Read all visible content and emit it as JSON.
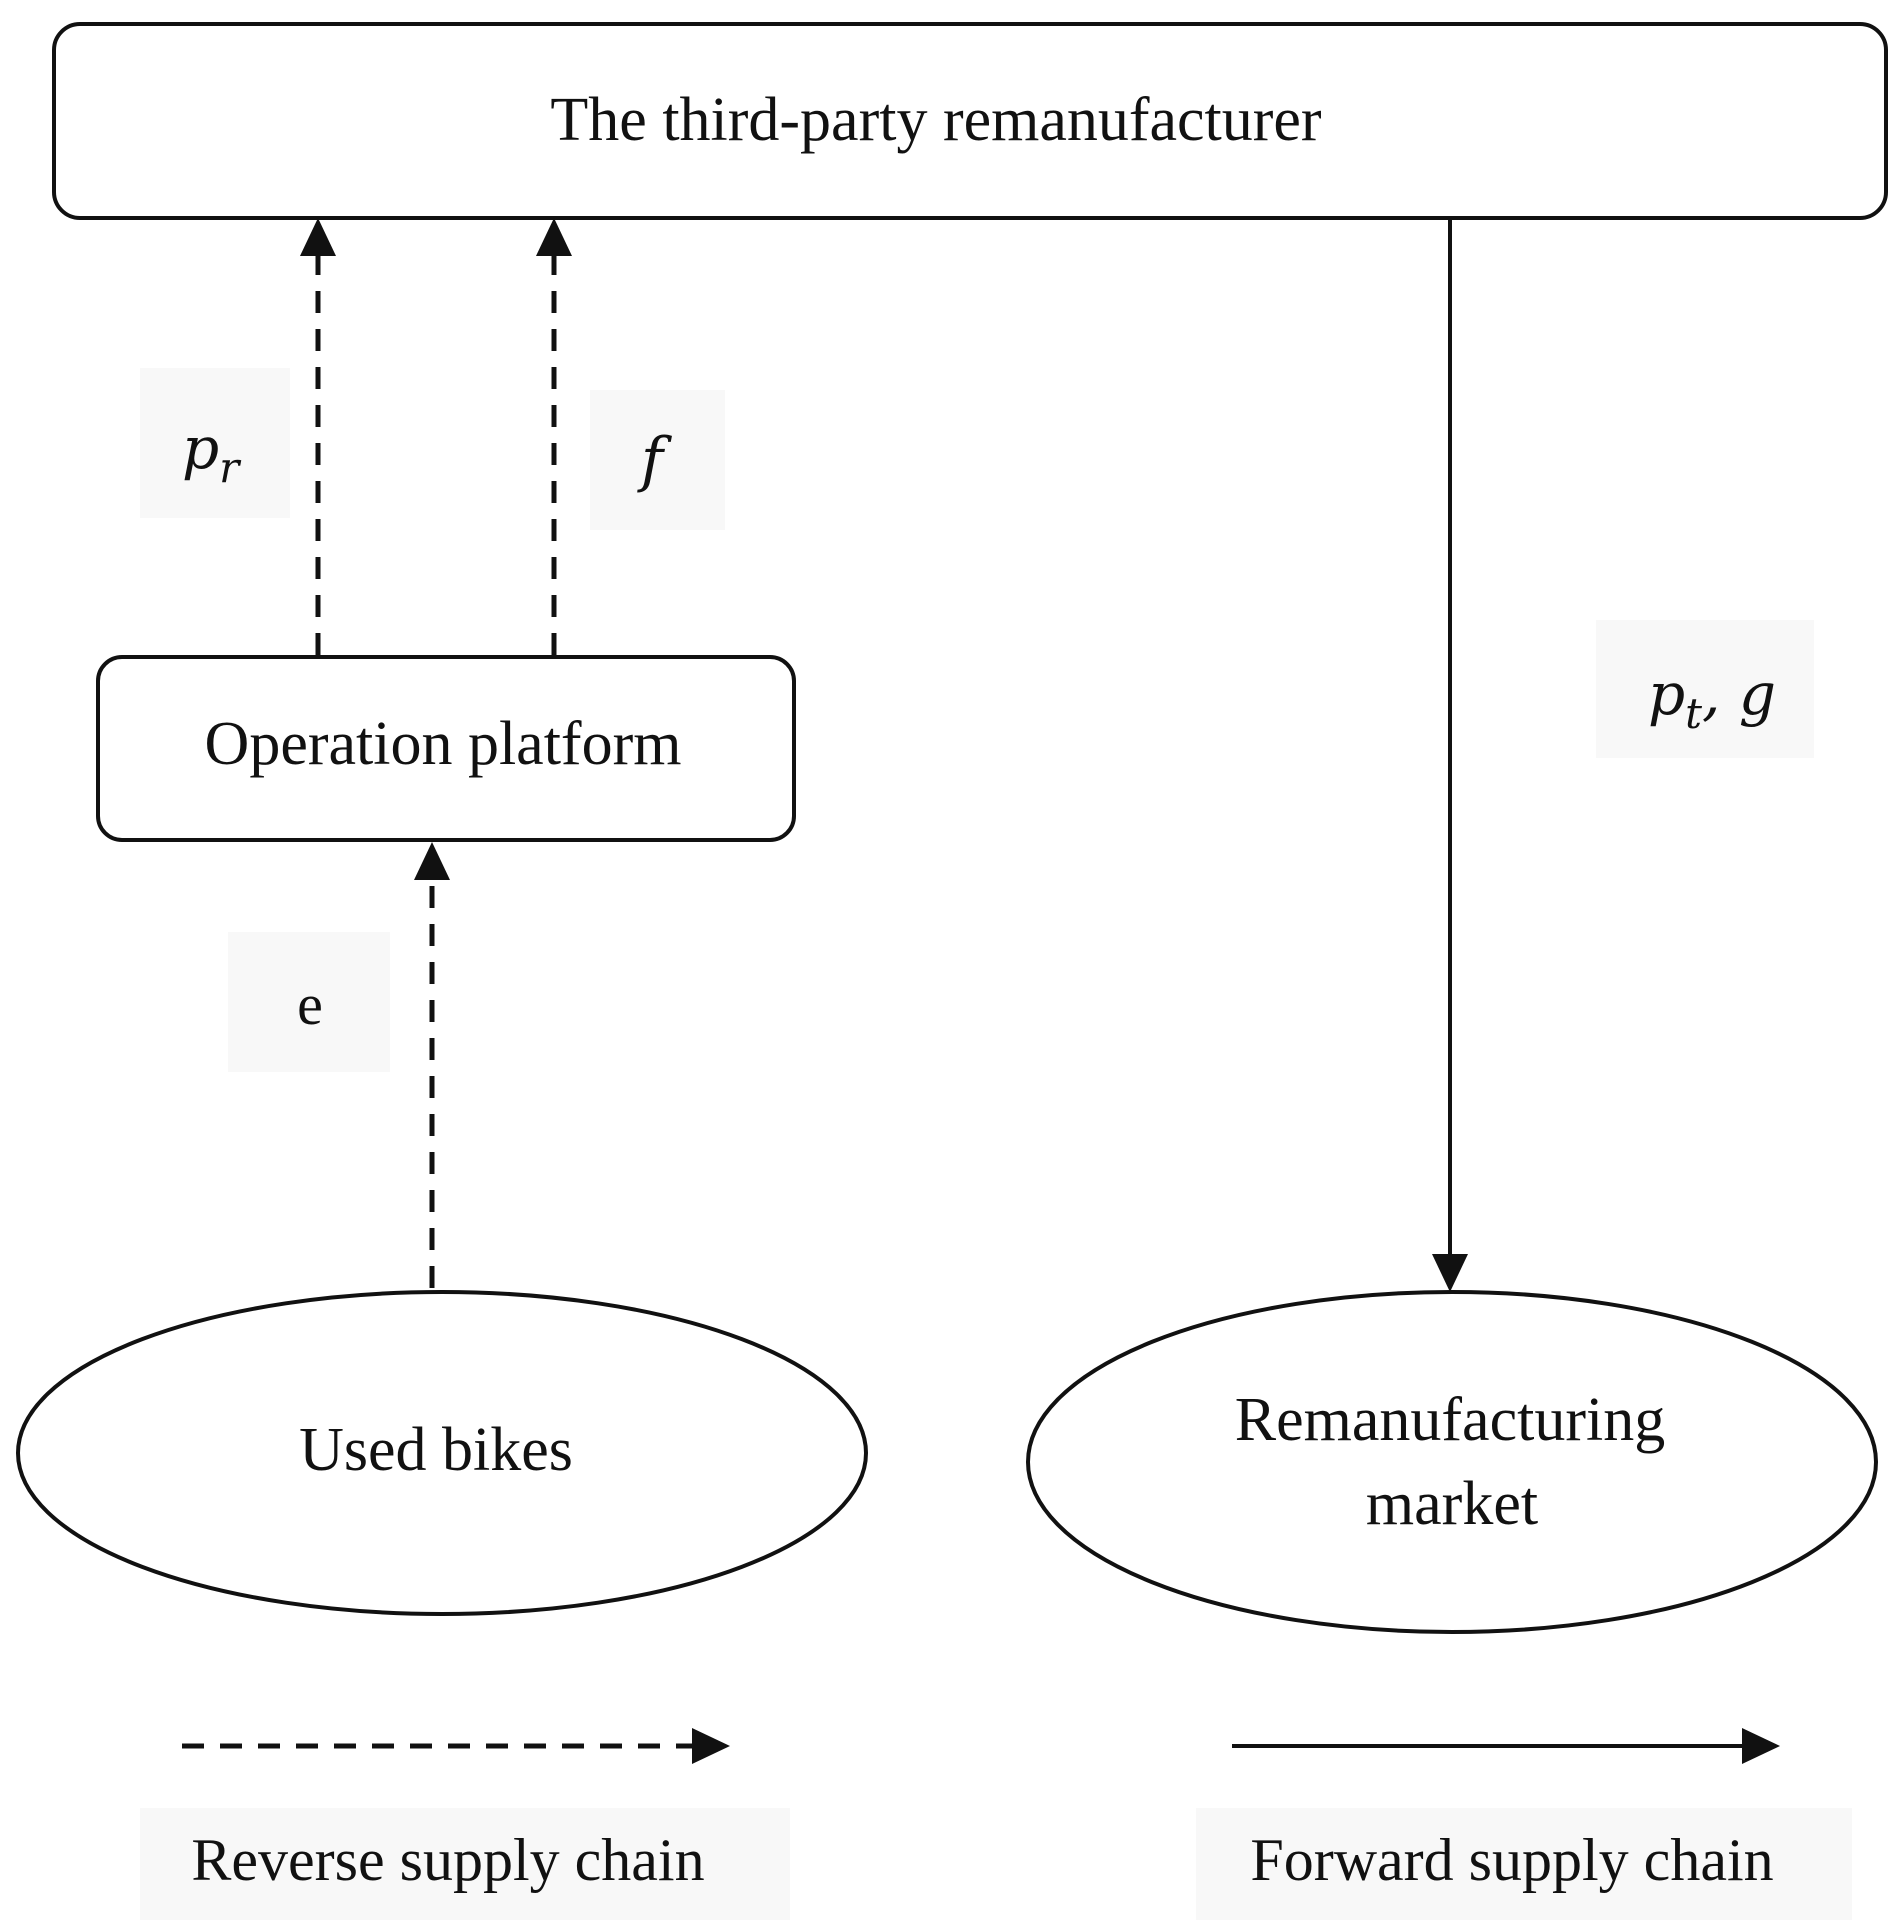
{
  "nodes": {
    "remanufacturer": "The third-party remanufacturer",
    "platform": "Operation platform",
    "used_bikes": "Used bikes",
    "market_line1": "Remanufacturing",
    "market_line2": "market"
  },
  "flow_labels": {
    "pr_base": "p",
    "pr_sub": "r",
    "f": "f",
    "e": "e",
    "pt_base": "p",
    "pt_sub": "t",
    "pt_rest": ", g"
  },
  "legend": {
    "reverse": "Reverse supply chain",
    "forward": "Forward supply chain"
  },
  "colors": {
    "line": "#111111",
    "label_bg": "#f8f8f8"
  }
}
